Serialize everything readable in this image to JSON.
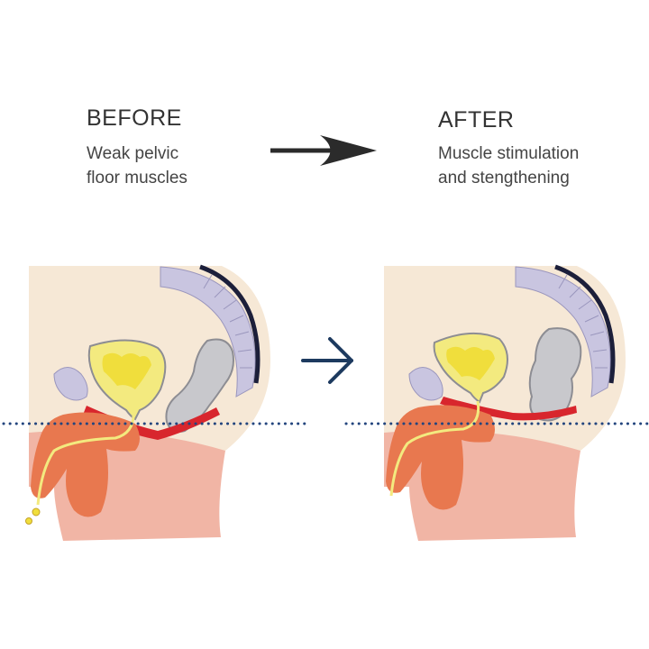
{
  "before": {
    "title": "BEFORE",
    "caption_line1": "Weak pelvic",
    "caption_line2": "floor muscles"
  },
  "after": {
    "title": "AFTER",
    "caption_line1": "Muscle stimulation",
    "caption_line2": "and stengthening"
  },
  "colors": {
    "skin_light": "#f6e8d6",
    "skin_tone": "#f1b5a5",
    "organ_orange": "#e8784f",
    "bladder_yellow": "#f3ea7f",
    "bladder_inner": "#f0de3c",
    "spine_lavender": "#c9c5e0",
    "spine_dark": "#1c1f3a",
    "rectum_gray": "#c8c8cc",
    "muscle_red": "#d8262d",
    "dotted_line_blue": "#23457e",
    "arrow_dark": "#2b2b2b",
    "arrow_navy": "#1d3a5f"
  },
  "icons": {
    "top_arrow": "arrow-right-large-icon",
    "middle_arrow": "chevron-arrow-right-icon"
  }
}
